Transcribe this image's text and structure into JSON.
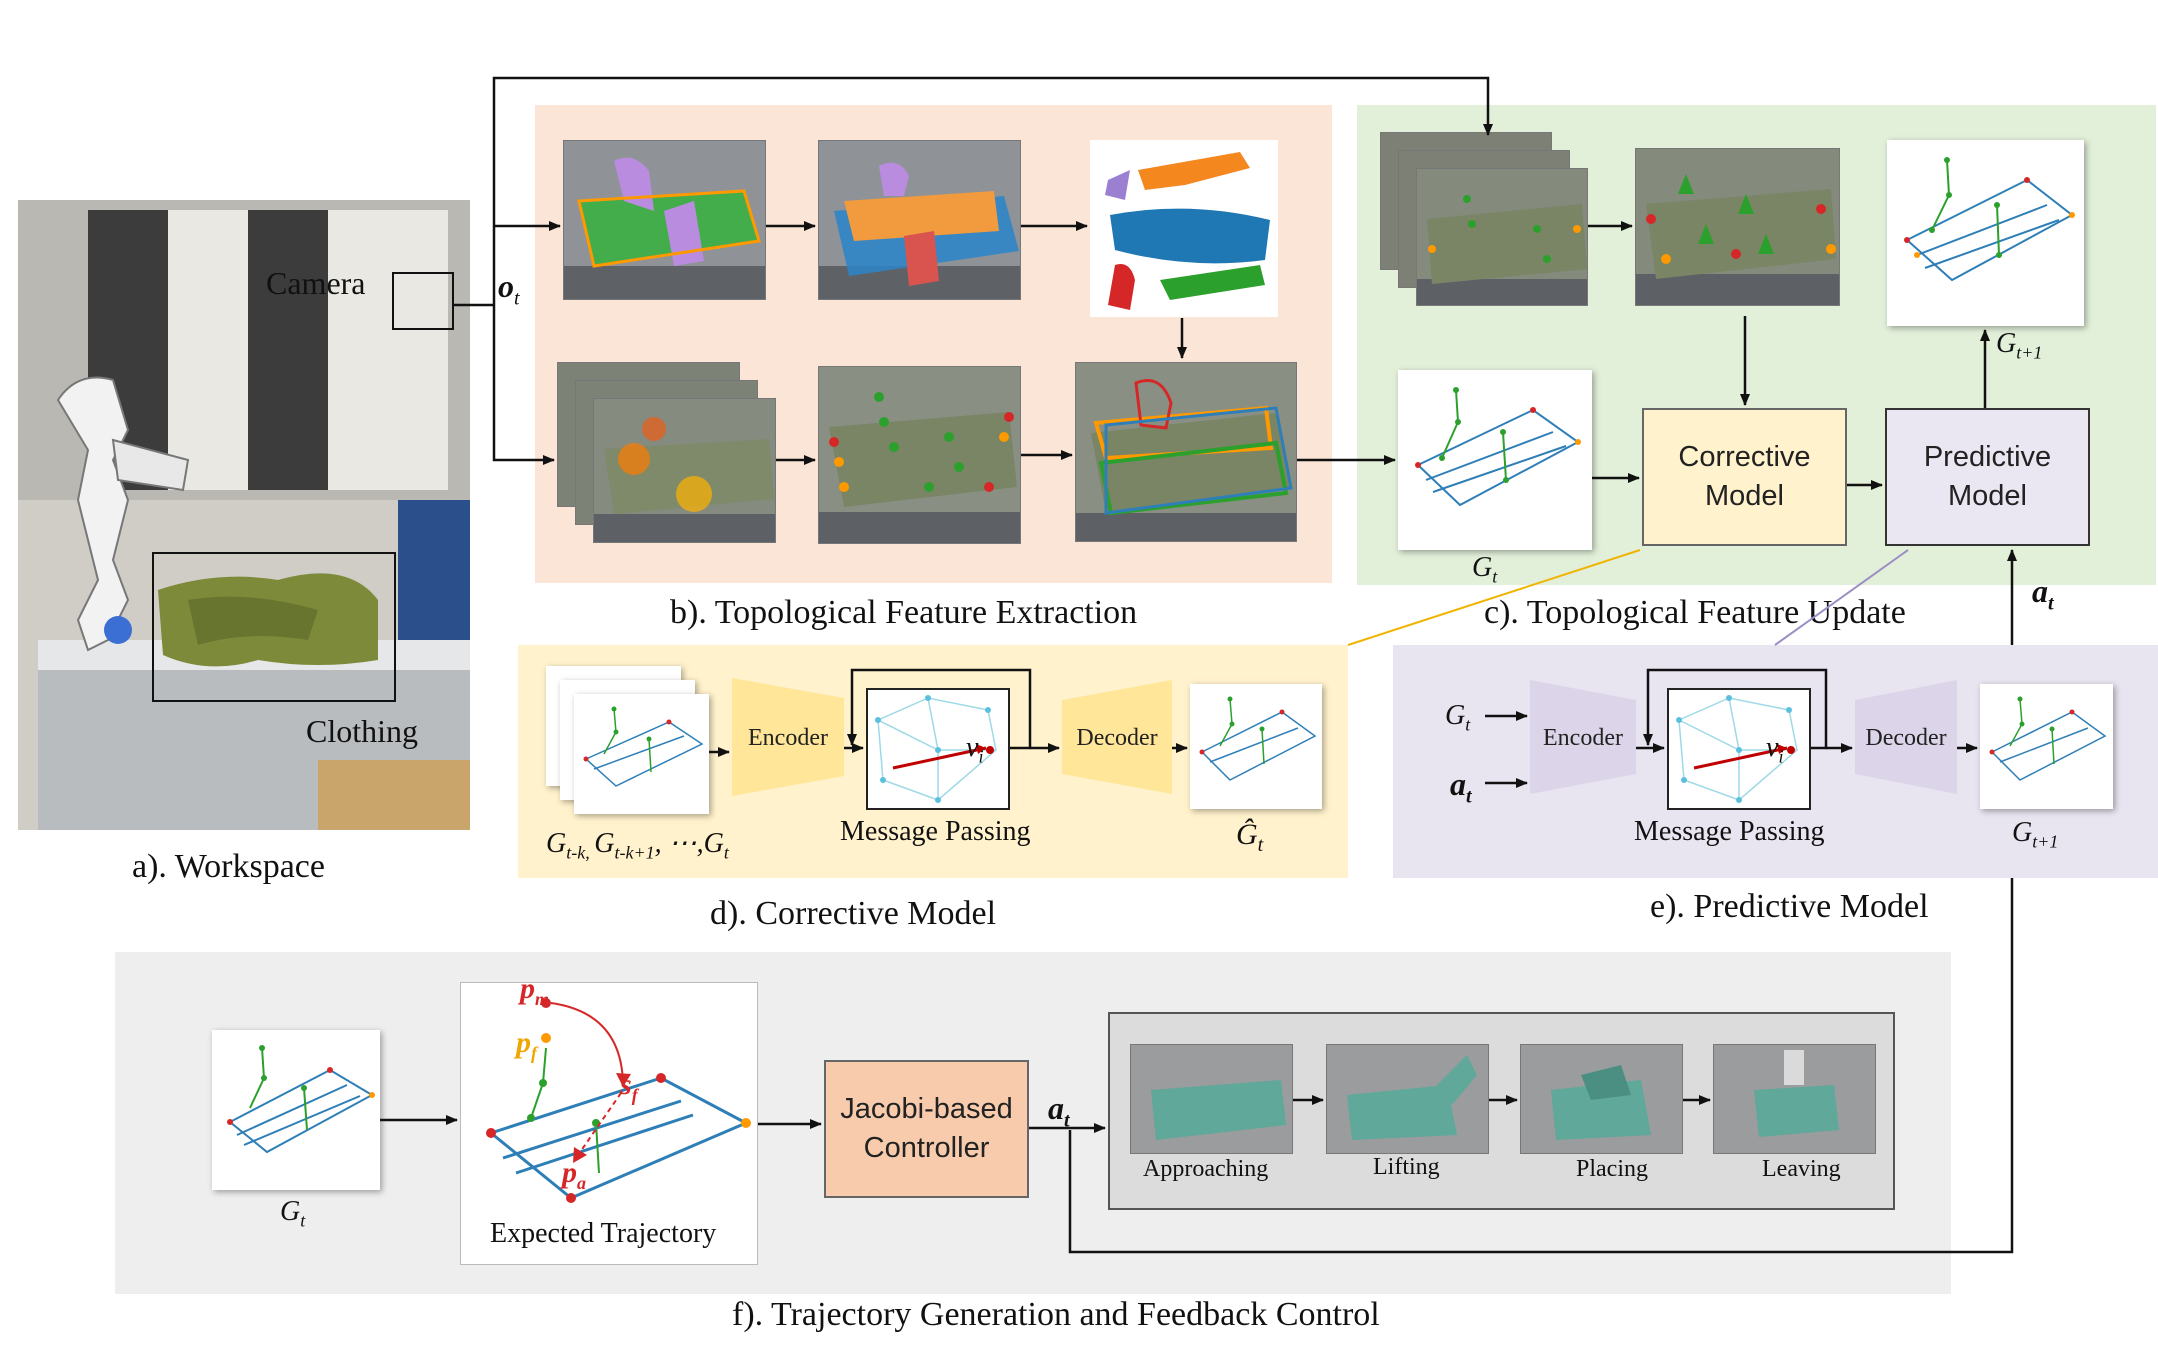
{
  "workspace": {
    "caption": "a). Workspace",
    "camera_label": "Camera",
    "clothing_label": "Clothing",
    "obs_symbol": "o",
    "obs_sub": "t"
  },
  "extraction": {
    "caption": "b). Topological  Feature Extraction"
  },
  "update": {
    "caption": "c). Topological  Feature Update",
    "corrective_label": "Corrective\nModel",
    "predictive_label": "Predictive\nModel",
    "g_t": "G",
    "g_t_sub": "t",
    "g_next": "G",
    "g_next_sub": "t+1",
    "a_t": "a",
    "a_t_sub": "t"
  },
  "corrective": {
    "caption": "d). Corrective Model",
    "encoder": "Encoder",
    "decoder": "Decoder",
    "message_passing": "Message Passing",
    "node_label": "v",
    "node_sub": "i",
    "history_label": "G",
    "history_parts": [
      "t-k, ",
      "G",
      "t-k+1",
      ", ⋯,",
      "G",
      "t"
    ],
    "output_label": "Ĝ",
    "output_sub": "t"
  },
  "predictive": {
    "caption": "e). Predictive Model",
    "encoder": "Encoder",
    "decoder": "Decoder",
    "message_passing": "Message Passing",
    "node_label": "v",
    "node_sub": "i",
    "in_g": "G",
    "in_g_sub": "t",
    "in_a": "a",
    "in_a_sub": "t",
    "output": "G",
    "output_sub": "t+1"
  },
  "trajectory": {
    "caption": "f). Trajectory Generation and Feedback Control",
    "g_t": "G",
    "g_t_sub": "t",
    "expected_label": "Expected Trajectory",
    "p_m": "p",
    "p_m_sub": "m",
    "p_f": "p",
    "p_f_sub": "f",
    "s_f": "s",
    "s_f_sub": "f",
    "p_a": "p",
    "p_a_sub": "a",
    "controller": "Jacobi-based\nController",
    "a_t": "a",
    "a_t_sub": "t",
    "stages": [
      "Approaching",
      "Lifting",
      "Placing",
      "Leaving"
    ]
  },
  "colors": {
    "extraction_bg": "#fbe5d6",
    "update_bg": "#e2efd9",
    "corrective_bg": "#fff2cc",
    "predictive_bg": "#e8e4f0",
    "trajectory_bg": "#eeeeee",
    "controller_fill": "#f8cbad",
    "corrective_fill": "#fff2cc",
    "predictive_fill": "#ebe7f2",
    "graph_blue": "#2e7fb8",
    "graph_green": "#2ca02c",
    "graph_red": "#d62728",
    "graph_orange": "#ff9900"
  }
}
